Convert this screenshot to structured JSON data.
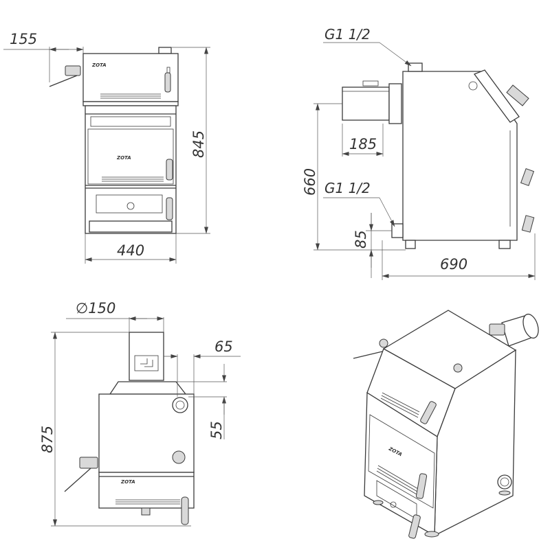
{
  "front_view": {
    "offset_155": "155",
    "height_845": "845",
    "width_440": "440",
    "logo": "ZOTA"
  },
  "side_view": {
    "connection_top": "G1 1/2",
    "offset_185": "185",
    "height_660": "660",
    "connection_bottom": "G1 1/2",
    "height_85": "85",
    "depth_690": "690"
  },
  "rear_view": {
    "diameter_150": "∅150",
    "offset_65": "65",
    "offset_55": "55",
    "height_875": "875"
  },
  "iso_view": {
    "logo": "ZOTA"
  }
}
